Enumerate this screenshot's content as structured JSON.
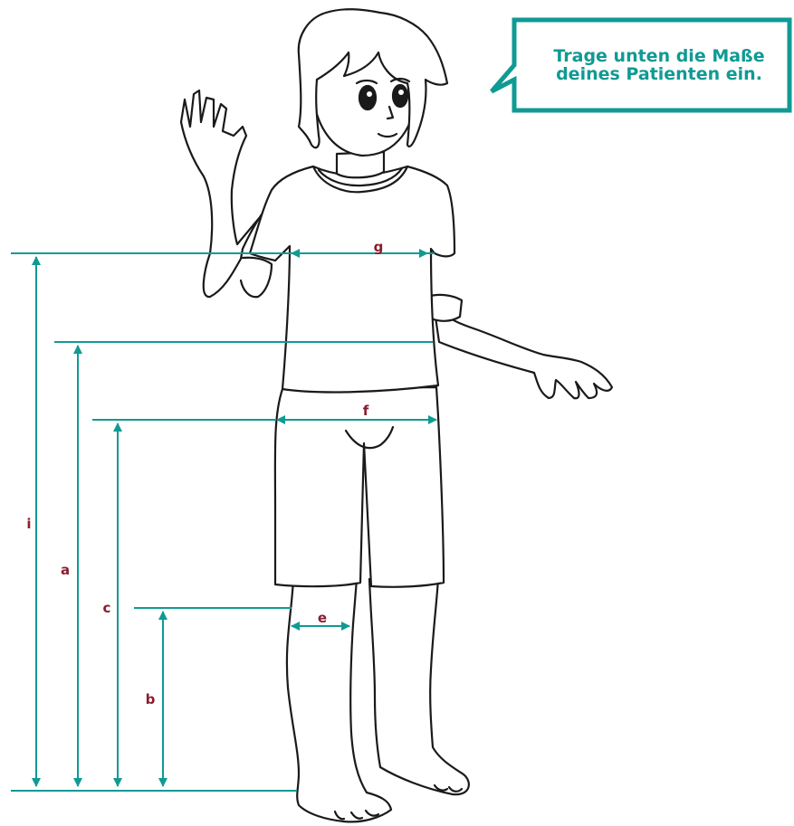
{
  "callout": {
    "text": "Trage unten die Maße deines Patienten ein."
  },
  "measurements": [
    {
      "id": "g",
      "label": "g"
    },
    {
      "id": "f",
      "label": "f"
    },
    {
      "id": "e",
      "label": "e"
    },
    {
      "id": "i",
      "label": "i"
    },
    {
      "id": "a",
      "label": "a"
    },
    {
      "id": "c",
      "label": "c"
    },
    {
      "id": "b",
      "label": "b"
    }
  ],
  "colors": {
    "accent": "#109a94",
    "label": "#8a1c2e",
    "outline": "#1a1a1a"
  }
}
